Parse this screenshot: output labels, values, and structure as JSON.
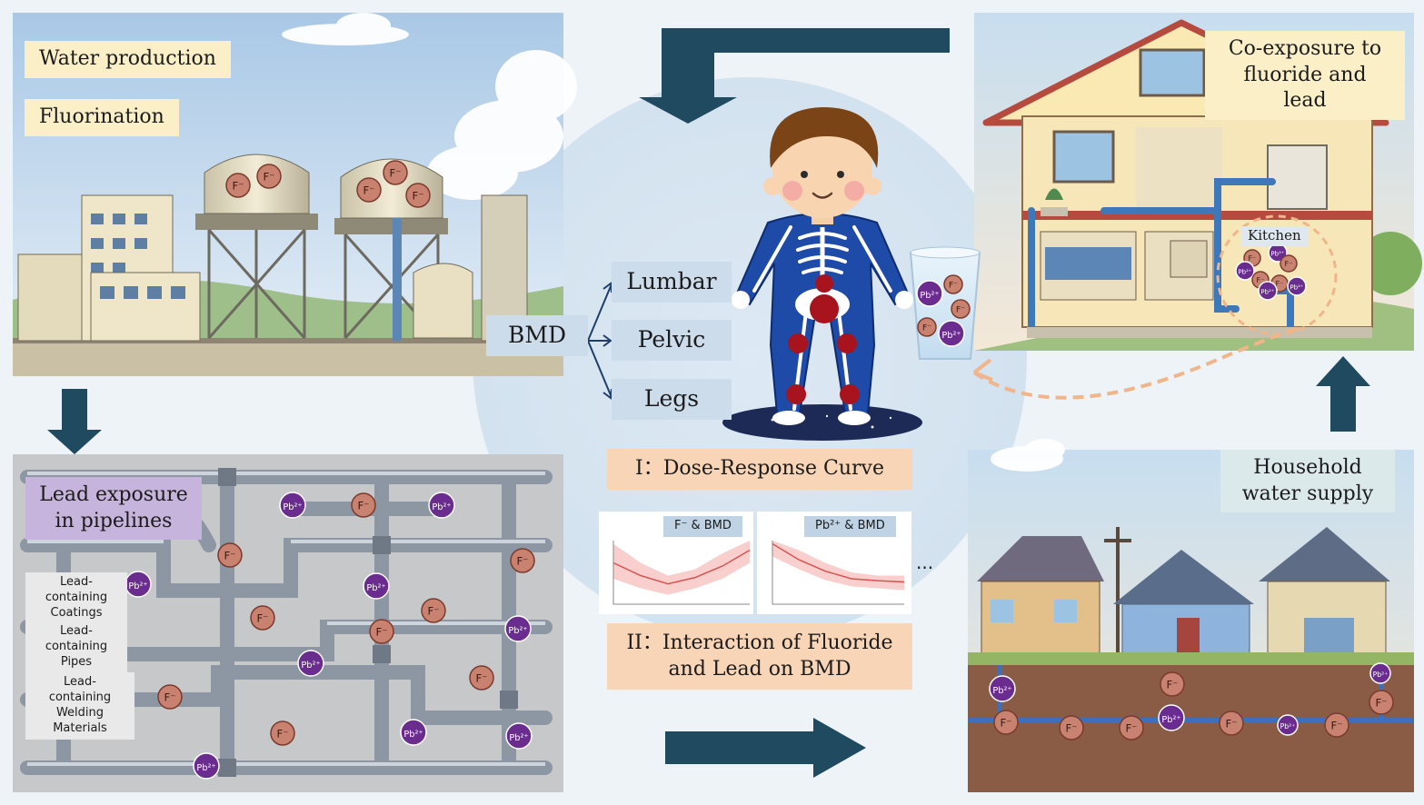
{
  "labels": {
    "water_production": "Water production",
    "fluorination": "Fluorination",
    "lead_exposure": "Lead exposure in pipelines",
    "coatings": "Lead-containing Coatings",
    "pipes": "Lead-containing Pipes",
    "welding": "Lead-containing Welding Materials",
    "co_exposure": "Co-exposure to fluoride and lead",
    "kitchen": "Kitchen",
    "household": "Household water supply",
    "bmd": "BMD",
    "lumbar": "Lumbar",
    "pelvic": "Pelvic",
    "legs": "Legs",
    "dose_response": "I：Dose-Response Curve",
    "interaction": "II：Interaction of Fluoride and Lead on BMD",
    "chart1_title": "F⁻ & BMD",
    "chart2_title": "Pb²⁺ & BMD",
    "ellipsis": "···"
  },
  "ions": {
    "fluoride": "F⁻",
    "lead": "Pb²⁺"
  },
  "colors": {
    "arrow": "#1f4a60",
    "fluoride_ion": "#c9826f",
    "lead_ion": "#6a2c8e",
    "skeleton_suit": "#1e4aa8",
    "joint": "#a8141e",
    "pipe": "#8d97a3",
    "soil": "#8a5c45",
    "sky": "#b9d3ea"
  }
}
